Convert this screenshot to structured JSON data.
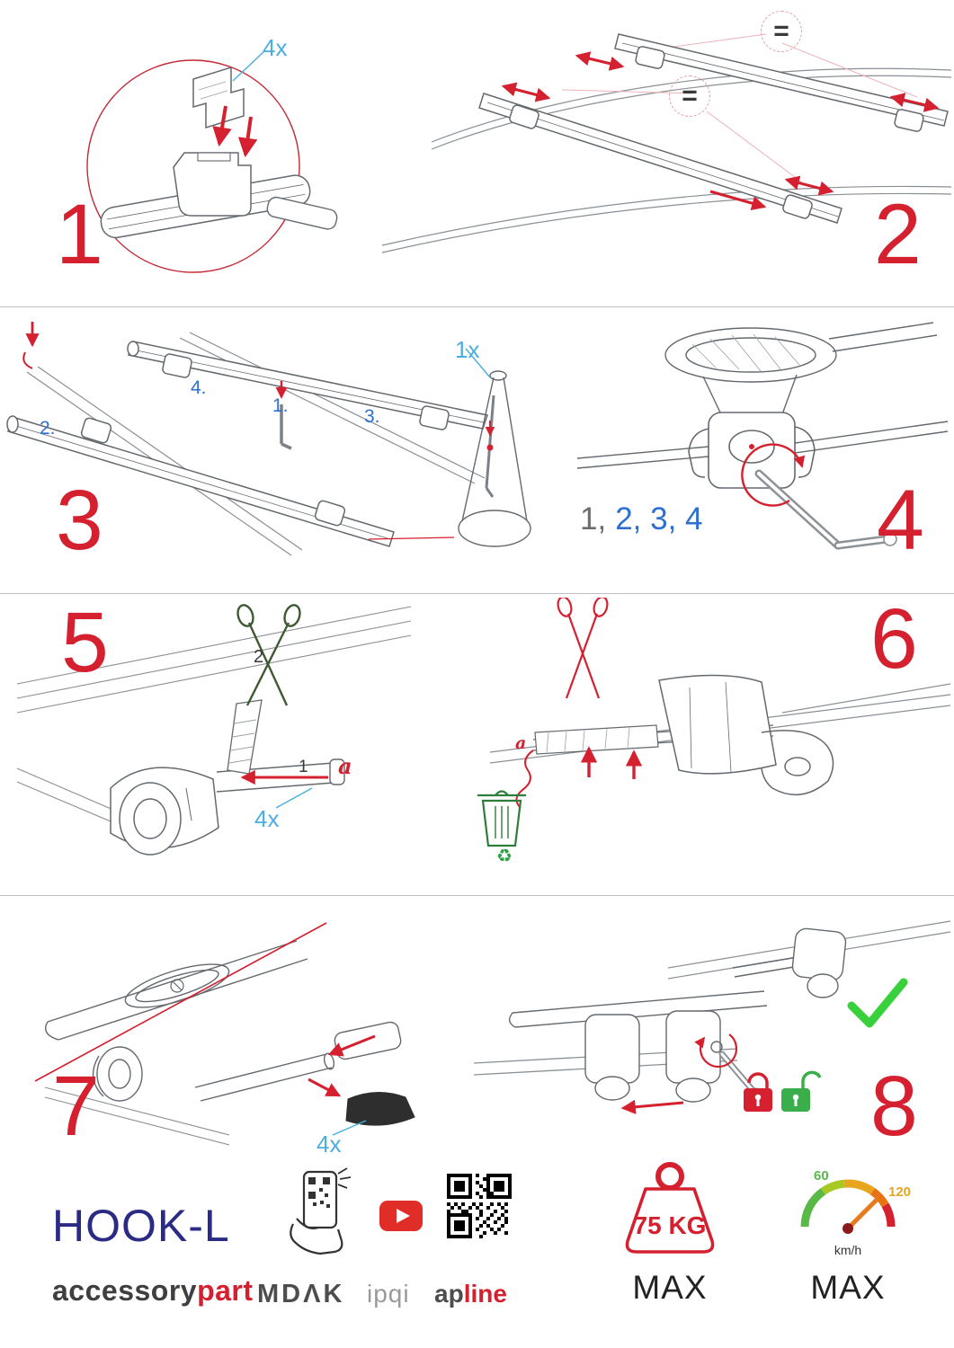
{
  "steps": {
    "s1": {
      "number": "1",
      "qty": "4x"
    },
    "s2": {
      "number": "2",
      "equals": "="
    },
    "s3": {
      "number": "3",
      "qty": "1x",
      "m1": "1.",
      "m2": "2.",
      "m3": "3.",
      "m4": "4."
    },
    "s4": {
      "number": "4",
      "seq_first": "1,",
      "seq_rest": "2, 3, 4"
    },
    "s5": {
      "number": "5",
      "m1": "1",
      "m2": "2",
      "letter": "a",
      "qty": "4x"
    },
    "s6": {
      "number": "6",
      "letter": "a"
    },
    "s7": {
      "number": "7",
      "qty": "4x"
    },
    "s8": {
      "number": "8"
    }
  },
  "icons": {
    "recycle": "♻"
  },
  "footer": {
    "product": "HOOK-L",
    "brand_first": "accessory",
    "brand_second": "part",
    "logo_mdak": "MDΛK",
    "logo_ipqi": "ipqi",
    "logo_ap": "ap",
    "logo_line": "line",
    "weight_value": "75 KG",
    "weight_max": "MAX",
    "speed_low": "60",
    "speed_high": "120",
    "speed_unit": "km/h",
    "speed_max": "MAX"
  },
  "colors": {
    "accent_red": "#d4202f",
    "accent_blue_light": "#4aaede",
    "accent_blue": "#2e6fd2",
    "brand_navy": "#2b2b86",
    "success_green": "#38d13c"
  }
}
